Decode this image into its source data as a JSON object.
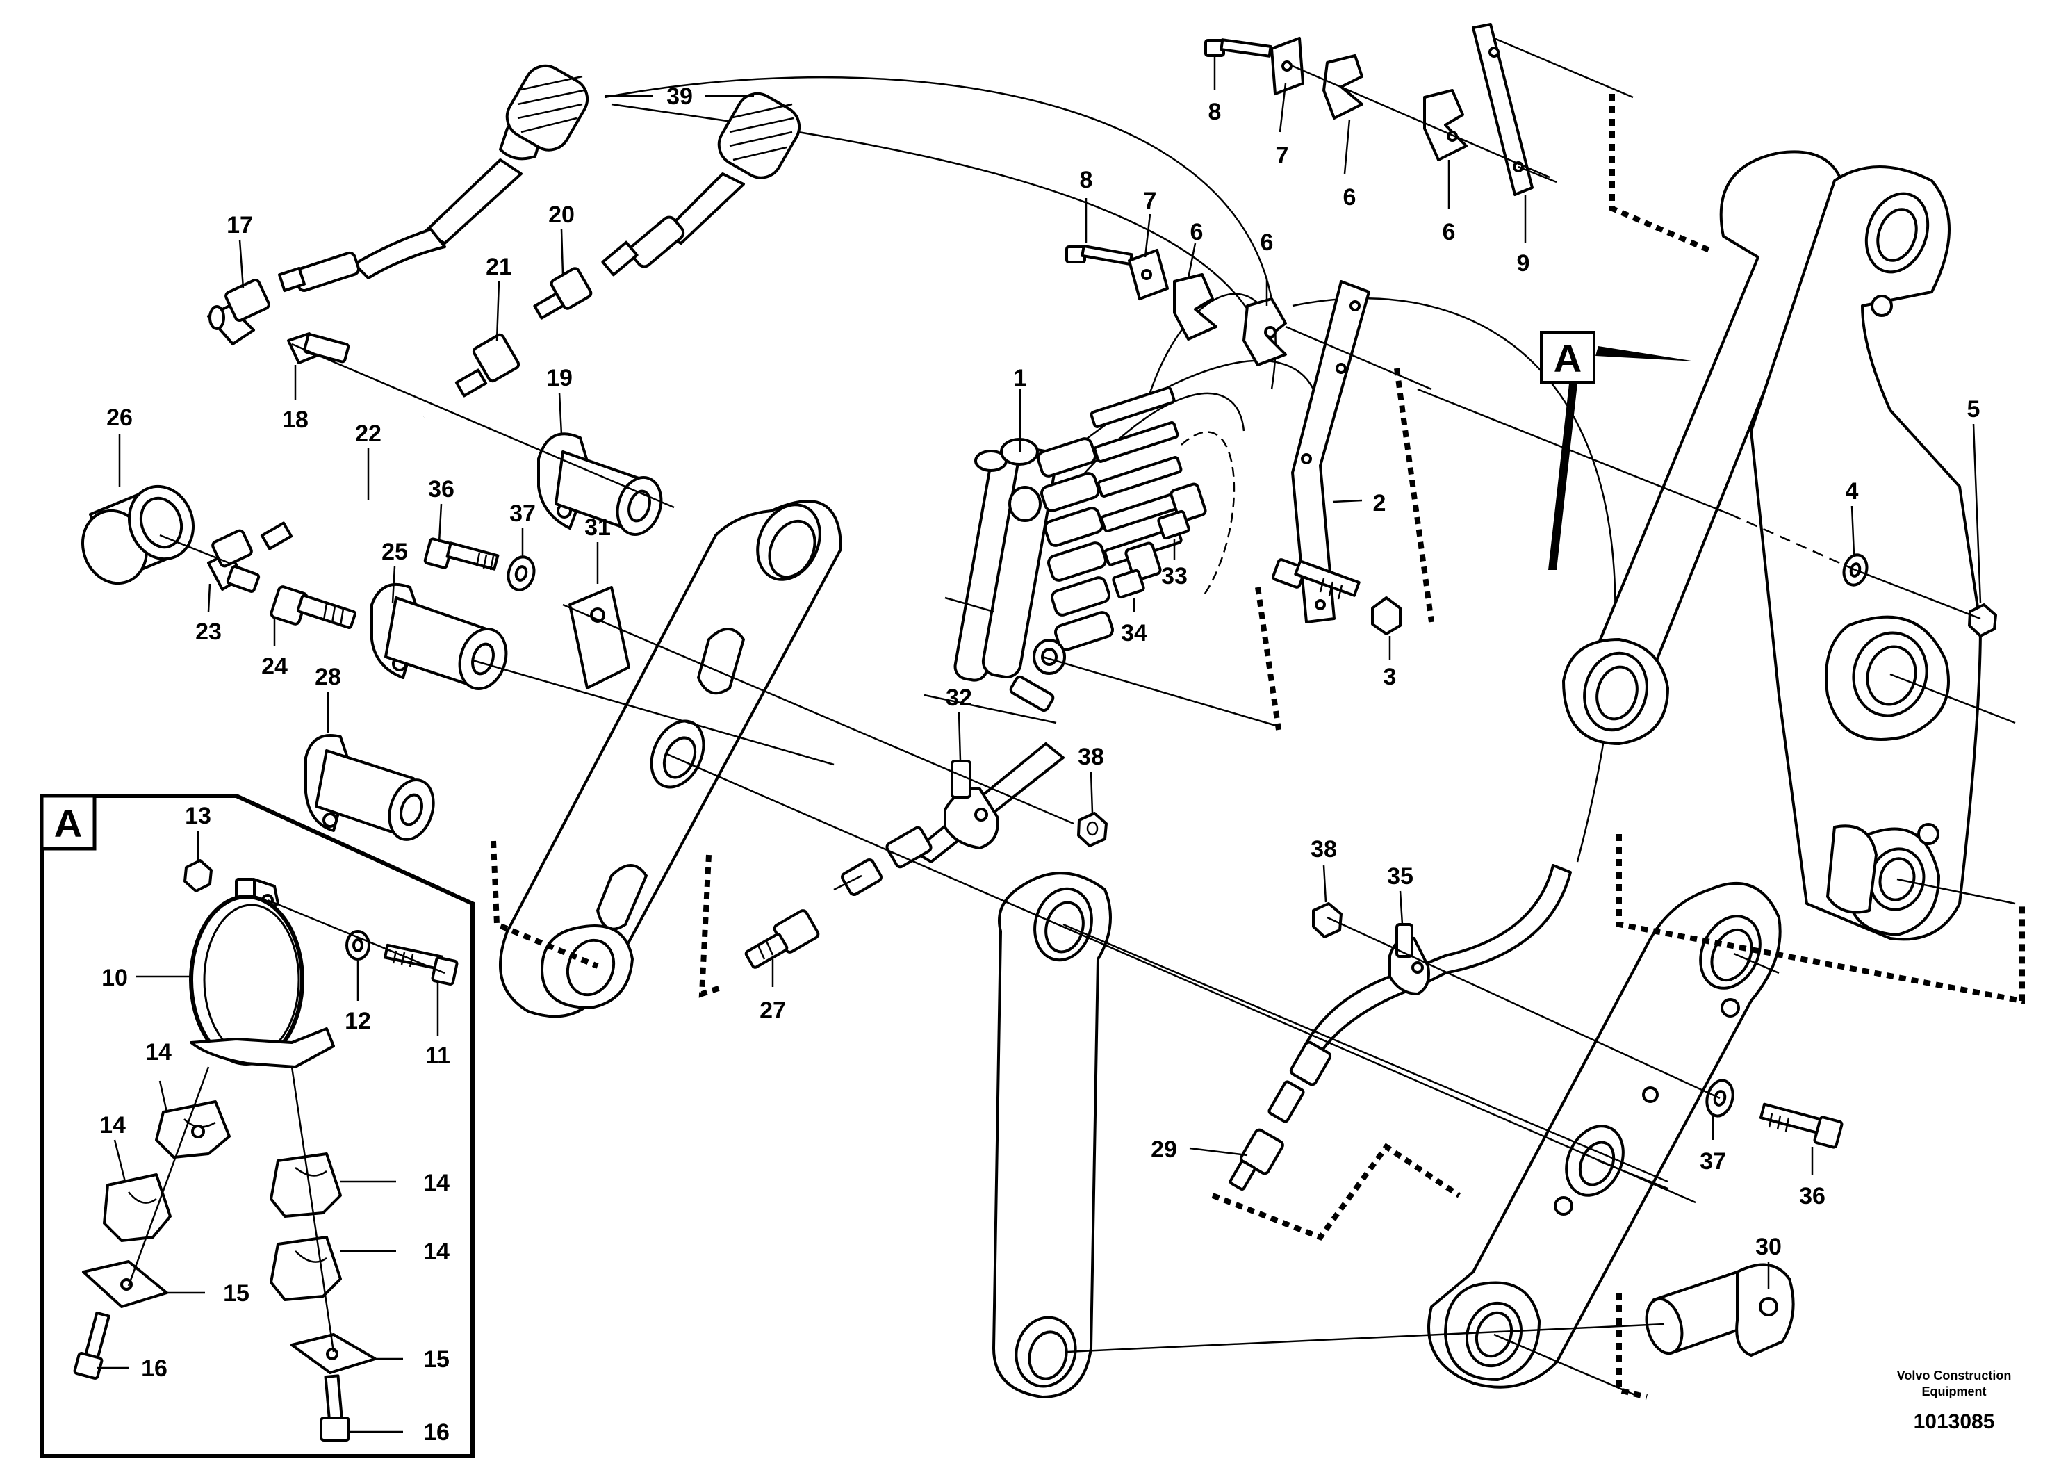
{
  "figure": {
    "brand_line1": "Volvo Construction",
    "brand_line2": "Equipment",
    "document_number": "1013085"
  },
  "detail_view": {
    "letter": "A"
  },
  "callout_letter": "A",
  "labels": [
    {
      "id": "l1",
      "text": "1"
    },
    {
      "id": "l2",
      "text": "2"
    },
    {
      "id": "l3",
      "text": "3"
    },
    {
      "id": "l4",
      "text": "4"
    },
    {
      "id": "l5",
      "text": "5"
    },
    {
      "id": "l6a",
      "text": "6"
    },
    {
      "id": "l6b",
      "text": "6"
    },
    {
      "id": "l6c",
      "text": "6"
    },
    {
      "id": "l6d",
      "text": "6"
    },
    {
      "id": "l7a",
      "text": "7"
    },
    {
      "id": "l7b",
      "text": "7"
    },
    {
      "id": "l8a",
      "text": "8"
    },
    {
      "id": "l8b",
      "text": "8"
    },
    {
      "id": "l9",
      "text": "9"
    },
    {
      "id": "l10",
      "text": "10"
    },
    {
      "id": "l11",
      "text": "11"
    },
    {
      "id": "l12",
      "text": "12"
    },
    {
      "id": "l13",
      "text": "13"
    },
    {
      "id": "l14a",
      "text": "14"
    },
    {
      "id": "l14b",
      "text": "14"
    },
    {
      "id": "l14c",
      "text": "14"
    },
    {
      "id": "l14d",
      "text": "14"
    },
    {
      "id": "l15a",
      "text": "15"
    },
    {
      "id": "l15b",
      "text": "15"
    },
    {
      "id": "l16a",
      "text": "16"
    },
    {
      "id": "l16b",
      "text": "16"
    },
    {
      "id": "l17",
      "text": "17"
    },
    {
      "id": "l18",
      "text": "18"
    },
    {
      "id": "l19",
      "text": "19"
    },
    {
      "id": "l20",
      "text": "20"
    },
    {
      "id": "l21",
      "text": "21"
    },
    {
      "id": "l22",
      "text": "22"
    },
    {
      "id": "l23",
      "text": "23"
    },
    {
      "id": "l24",
      "text": "24"
    },
    {
      "id": "l25",
      "text": "25"
    },
    {
      "id": "l26",
      "text": "26"
    },
    {
      "id": "l27",
      "text": "27"
    },
    {
      "id": "l28",
      "text": "28"
    },
    {
      "id": "l29",
      "text": "29"
    },
    {
      "id": "l30",
      "text": "30"
    },
    {
      "id": "l31",
      "text": "31"
    },
    {
      "id": "l32",
      "text": "32"
    },
    {
      "id": "l33",
      "text": "33"
    },
    {
      "id": "l34",
      "text": "34"
    },
    {
      "id": "l35",
      "text": "35"
    },
    {
      "id": "l36a",
      "text": "36"
    },
    {
      "id": "l36b",
      "text": "36"
    },
    {
      "id": "l37a",
      "text": "37"
    },
    {
      "id": "l37b",
      "text": "37"
    },
    {
      "id": "l38a",
      "text": "38"
    },
    {
      "id": "l38b",
      "text": "38"
    },
    {
      "id": "l39",
      "text": "39"
    }
  ]
}
